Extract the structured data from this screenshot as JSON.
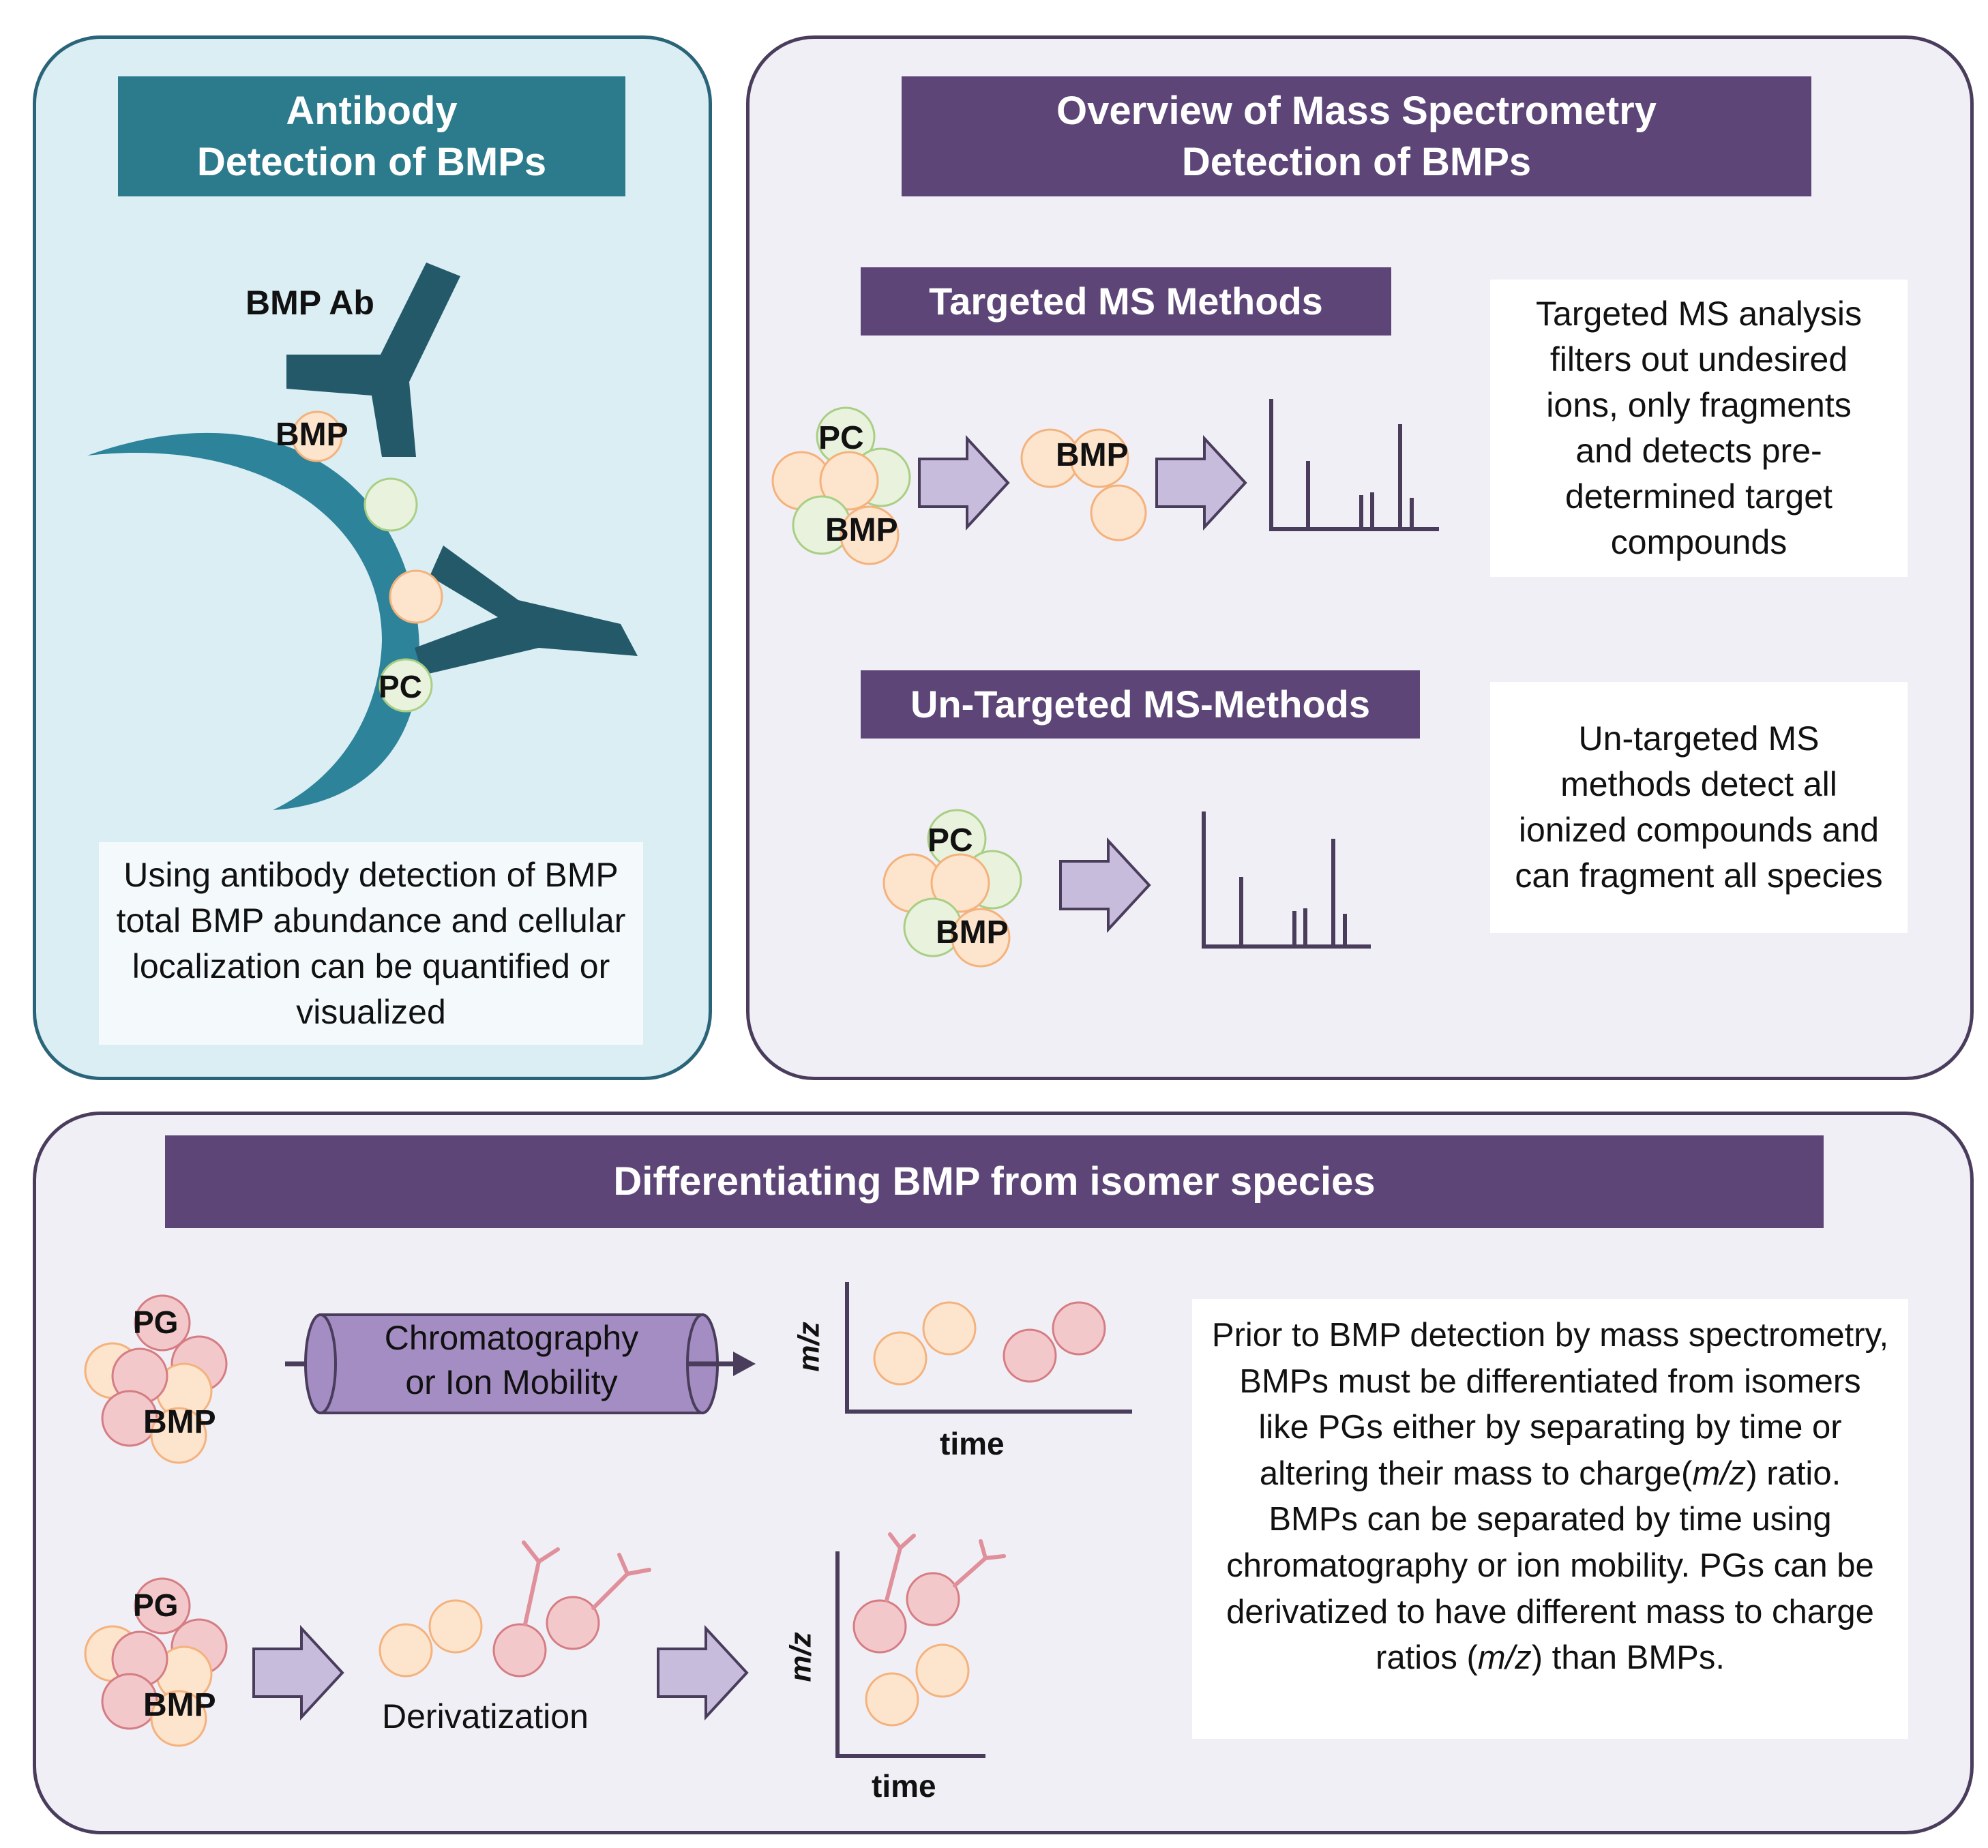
{
  "colors": {
    "teal_panel_bg": "#daeef4",
    "teal_header": "#2b7b8c",
    "lavender_panel_bg": "#f1eff6",
    "purple_header": "#5d4677",
    "purple_tube": "#a48dc3",
    "arrow_fill": "#c8bcdd",
    "chart_line": "#4a3d5c",
    "membrane": "#2d8399",
    "antibody": "#24596a",
    "orange_circle": "#fde4cd",
    "orange_border": "#f4b27c",
    "green_circle": "#e9f2dc",
    "green_border": "#a9cf85",
    "red_circle": "#f2c8cb",
    "red_border": "#d57d83"
  },
  "antibody": {
    "title_line1": "Antibody",
    "title_line2": "Detection of BMPs",
    "label_ab": "BMP Ab",
    "label_bmp": "BMP",
    "label_pc": "PC",
    "description": "Using antibody detection of BMP total BMP abundance and cellular localization can be quantified or visualized"
  },
  "ms_overview": {
    "title_line1": "Overview of Mass Spectrometry",
    "title_line2": "Detection of BMPs",
    "targeted": {
      "title": "Targeted MS Methods",
      "label_pc": "PC",
      "label_bmp": "BMP",
      "label_bmp_isolated": "BMP",
      "description": "Targeted MS analysis filters out undesired ions, only fragments and detects pre-determined target compounds"
    },
    "untargeted": {
      "title": "Un-Targeted MS-Methods",
      "label_pc": "PC",
      "label_bmp": "BMP",
      "description": "Un-targeted MS methods detect all ionized compounds and can fragment all species"
    }
  },
  "isomer": {
    "title": "Differentiating BMP from isomer species",
    "label_pg_1": "PG",
    "label_bmp_1": "BMP",
    "tube_line1": "Chromatography",
    "tube_line2": "or Ion Mobility",
    "axis_y_1": "m/z",
    "axis_x_1": "time",
    "label_pg_2": "PG",
    "label_bmp_2": "BMP",
    "derivatization": "Derivatization",
    "axis_y_2": "m/z",
    "axis_x_2": "time",
    "desc_seg1": "Prior to BMP detection by mass spectrometry, BMPs must be differentiated from isomers like PGs either by separating by time or altering their mass to charge(",
    "desc_mz1": "m/z",
    "desc_seg2": ") ratio. BMPs can be separated by time using chromatography or ion mobility. PGs can be derivatized to have different mass to charge ratios (",
    "desc_mz2": "m/z",
    "desc_seg3": ") than BMPs."
  }
}
